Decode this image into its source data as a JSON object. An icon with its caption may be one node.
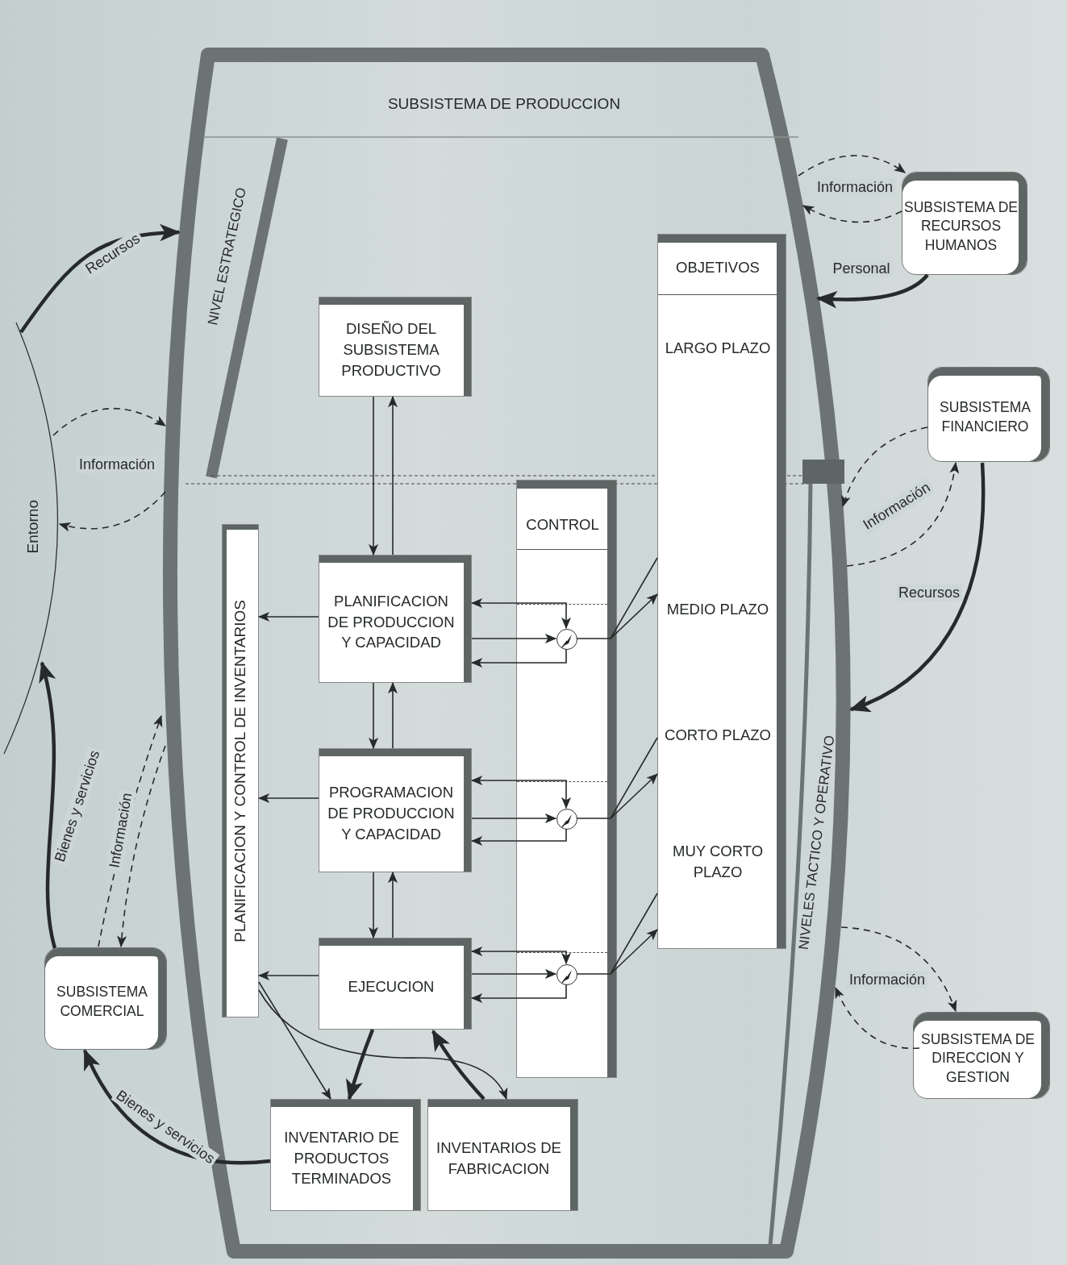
{
  "diagram": {
    "nodes": [
      {
        "text": [
          "SUBSISTEMA DE PRODUCCION"
        ]
      },
      {
        "text": [
          "Entorno"
        ]
      },
      {
        "text": [
          "DISEÑO DEL SUBSISTEMA PRODUCTIVO"
        ],
        "in": 0
      },
      {
        "text": [
          "PLANIFICACION Y CONTROL DE INVENTARIOS"
        ],
        "in": 0
      },
      {
        "text": [
          "PLANIFICACION DE PRODUCCION Y CAPACIDAD"
        ],
        "in": 0
      },
      {
        "text": [
          "PROGRAMACION DE PRODUCCION Y CAPACIDAD"
        ],
        "in": 0
      },
      {
        "text": [
          "EJECUCION"
        ],
        "in": 0
      },
      {
        "text": [
          "CONTROL"
        ],
        "in": 0
      },
      {
        "text": [
          "OBJETIVOS",
          "LARGO PLAZO",
          "MEDIO PLAZO",
          "CORTO PLAZO",
          "MUY CORTO PLAZO"
        ],
        "in": 0
      },
      {
        "text": [
          "INVENTARIO DE PRODUCTOS TERMINADOS"
        ],
        "in": 0
      },
      {
        "text": [
          "INVENTARIOS DE FABRICACION"
        ],
        "in": 0
      },
      {
        "text": [
          "SUBSISTEMA DE RECURSOS HUMANOS"
        ]
      },
      {
        "text": [
          "SUBSISTEMA FINANCIERO"
        ]
      },
      {
        "text": [
          "SUBSISTEMA COMERCIAL"
        ]
      },
      {
        "text": [
          "SUBSISTEMA DE DIRECCION Y GESTION"
        ]
      },
      {
        "text": [],
        "shape": "circle",
        "in": 7
      },
      {
        "text": [],
        "shape": "circle",
        "in": 7
      },
      {
        "text": [],
        "shape": "circle",
        "in": 7
      }
    ],
    "edges": [
      {
        "from": 1,
        "to": 0,
        "arrow": "to",
        "label": "Recursos",
        "style": "thick"
      },
      {
        "from": 1,
        "to": 0,
        "arrow": "to",
        "label": "Información",
        "style": "dashed"
      },
      {
        "from": 0,
        "to": 1,
        "arrow": "to",
        "style": "dashed"
      },
      {
        "from": 0,
        "to": 11,
        "arrow": "to",
        "label": "Información",
        "style": "dashed"
      },
      {
        "from": 11,
        "to": 0,
        "arrow": "to",
        "style": "dashed"
      },
      {
        "from": 11,
        "to": 0,
        "arrow": "to",
        "label": "Personal",
        "style": "thick"
      },
      {
        "from": 12,
        "to": 0,
        "arrow": "to",
        "label": "Información",
        "style": "dashed"
      },
      {
        "from": 0,
        "to": 12,
        "arrow": "to",
        "style": "dashed"
      },
      {
        "from": 12,
        "to": 0,
        "arrow": "to",
        "label": "Recursos",
        "style": "thick"
      },
      {
        "from": 0,
        "to": 14,
        "arrow": "to",
        "label": "Información",
        "style": "dashed"
      },
      {
        "from": 14,
        "to": 0,
        "arrow": "to",
        "style": "dashed"
      },
      {
        "from": 13,
        "to": 1,
        "arrow": "to",
        "label": "Bienes y servicios",
        "style": "thick"
      },
      {
        "from": 13,
        "to": 0,
        "arrow": "to",
        "label": "Información",
        "style": "dashed"
      },
      {
        "from": 0,
        "to": 13,
        "arrow": "to",
        "style": "dashed"
      },
      {
        "from": 9,
        "to": 13,
        "arrow": "to",
        "label": "Bienes y servicios",
        "style": "thick"
      },
      {
        "from": 2,
        "to": 4,
        "arrow": "to"
      },
      {
        "from": 4,
        "to": 2,
        "arrow": "to"
      },
      {
        "from": 4,
        "to": 5,
        "arrow": "to"
      },
      {
        "from": 5,
        "to": 4,
        "arrow": "to"
      },
      {
        "from": 5,
        "to": 6,
        "arrow": "to"
      },
      {
        "from": 6,
        "to": 5,
        "arrow": "to"
      },
      {
        "from": 4,
        "to": 3,
        "arrow": "to"
      },
      {
        "from": 5,
        "to": 3,
        "arrow": "to"
      },
      {
        "from": 6,
        "to": 3,
        "arrow": "to"
      },
      {
        "from": 3,
        "to": 9,
        "arrow": "to"
      },
      {
        "from": 3,
        "to": 10,
        "arrow": "to"
      },
      {
        "from": 6,
        "to": 9,
        "arrow": "to",
        "style": "thick"
      },
      {
        "from": 10,
        "to": 6,
        "arrow": "to",
        "style": "thick"
      },
      {
        "from": 7,
        "to": 4,
        "arrow": "to"
      },
      {
        "from": 7,
        "to": 15,
        "arrow": "to"
      },
      {
        "from": 4,
        "to": 15,
        "arrow": "to"
      },
      {
        "from": 15,
        "to": 4,
        "arrow": "to"
      },
      {
        "from": 15,
        "to": 8,
        "arrow": "to"
      },
      {
        "from": 8,
        "to": 7,
        "arrow": "none"
      },
      {
        "from": 7,
        "to": 5,
        "arrow": "to"
      },
      {
        "from": 7,
        "to": 16,
        "arrow": "to"
      },
      {
        "from": 5,
        "to": 16,
        "arrow": "to"
      },
      {
        "from": 16,
        "to": 5,
        "arrow": "to"
      },
      {
        "from": 16,
        "to": 8,
        "arrow": "to"
      },
      {
        "from": 8,
        "to": 7,
        "arrow": "none"
      },
      {
        "from": 7,
        "to": 6,
        "arrow": "to"
      },
      {
        "from": 7,
        "to": 17,
        "arrow": "to"
      },
      {
        "from": 6,
        "to": 17,
        "arrow": "to"
      },
      {
        "from": 17,
        "to": 6,
        "arrow": "to"
      },
      {
        "from": 17,
        "to": 8,
        "arrow": "to"
      },
      {
        "from": 8,
        "to": 7,
        "arrow": "none"
      }
    ],
    "labels": [
      "NIVEL ESTRATEGICO",
      "NIVELES TACTICO Y OPERATIVO"
    ]
  }
}
